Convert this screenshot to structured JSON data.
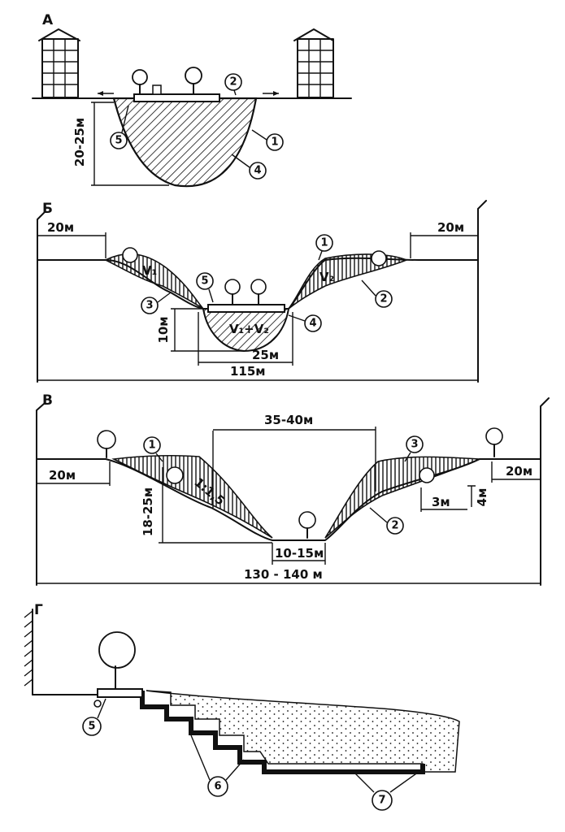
{
  "sections": [
    {
      "letter": "А",
      "dims": {
        "depth": "20-25м"
      },
      "callouts": [
        "1",
        "2",
        "4",
        "5"
      ]
    },
    {
      "letter": "Б",
      "dims": {
        "left_offset": "20м",
        "right_offset": "20м",
        "depth": "10м",
        "bottom_width": "25м",
        "total_width": "115м"
      },
      "volumes": {
        "v1": "V₁",
        "v2": "V₂",
        "v_sum": "V₁+V₂"
      },
      "callouts": [
        "1",
        "2",
        "3",
        "4",
        "5"
      ]
    },
    {
      "letter": "В",
      "dims": {
        "top_width": "35-40м",
        "left_offset": "20м",
        "right_offset": "20м",
        "depth": "18-25м",
        "slope": "1:1,5",
        "bottom_width": "10-15м",
        "total_width": "130 - 140 м",
        "step_width": "3м",
        "step_height": "4м"
      },
      "callouts": [
        "1",
        "2",
        "3"
      ]
    },
    {
      "letter": "Г",
      "callouts": [
        "5",
        "6",
        "7"
      ]
    }
  ]
}
